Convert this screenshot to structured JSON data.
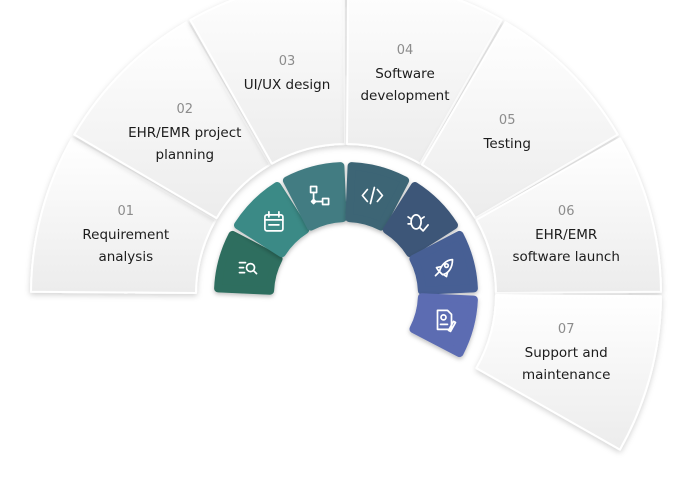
{
  "steps": [
    {
      "number": "01",
      "lines": [
        "Requirement",
        "analysis"
      ],
      "icon": "search-list-icon",
      "color": "#2f6e5e"
    },
    {
      "number": "02",
      "lines": [
        "EHR/EMR project",
        "planning"
      ],
      "icon": "calendar-icon",
      "color": "#3b8a86"
    },
    {
      "number": "03",
      "lines": [
        "UI/UX design"
      ],
      "icon": "flowchart-icon",
      "color": "#437c82"
    },
    {
      "number": "04",
      "lines": [
        "Software",
        "development"
      ],
      "icon": "code-icon",
      "color": "#3c6575"
    },
    {
      "number": "05",
      "lines": [
        "Testing"
      ],
      "icon": "bug-check-icon",
      "color": "#3e5778"
    },
    {
      "number": "06",
      "lines": [
        "EHR/EMR",
        "software launch"
      ],
      "icon": "rocket-icon",
      "color": "#465f94"
    },
    {
      "number": "07",
      "lines": [
        "Support and",
        "maintenance"
      ],
      "icon": "document-gear-icon",
      "color": "#5c6cb2"
    }
  ]
}
